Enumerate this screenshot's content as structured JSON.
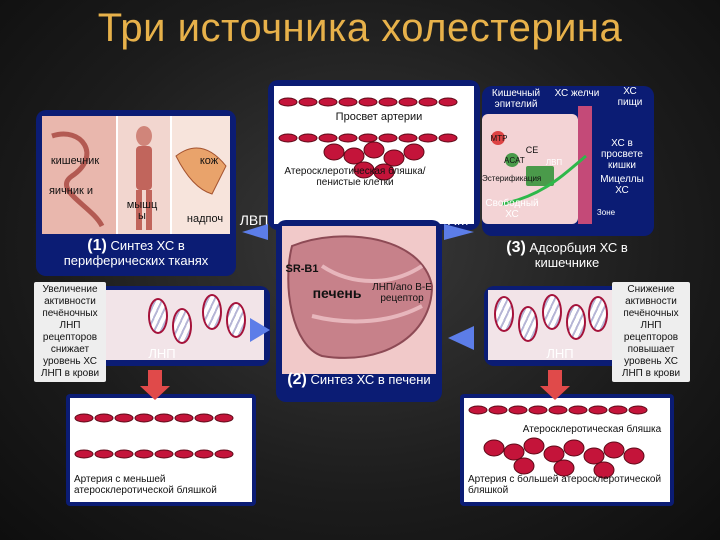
{
  "title": "Три источника холестерина",
  "top_panel": {
    "artery_lumen": "Просвет артерии",
    "plaque": "Атеросклеротическая бляшка/ пенистые клетки",
    "hm_label": "ХМ",
    "lvp_label": "ЛВП"
  },
  "intestine_panel": {
    "epithelium": "Кишечный эпителий",
    "bile_chol": "ХС желчи",
    "food_chol": "ХС пищи",
    "chol_in_lumen": "ХС в просвете кишки",
    "micelles": "Мицеллы ХС",
    "free_chol": "Свободный ХС",
    "ce": "CE",
    "mtp": "MTP",
    "acat": "ACAT",
    "esterif": "Эстерификация",
    "ldl_small": "ЛВП",
    "zoned": "Зоне"
  },
  "left_panel": {
    "intestine": "кишечник",
    "ovaries": "яичник и",
    "skin": "кож",
    "muscles": "мышц ы",
    "adrenal": "надпоч",
    "lvp_label": "ЛВП",
    "step_num": "(1)",
    "step_text": "Синтез ХС в периферических тканях"
  },
  "liver_panel": {
    "sr_b1": "SR-B1",
    "liver": "печень",
    "receptor": "ЛНП/апо B-E рецептор",
    "step_num": "(2)",
    "step_text": "Синтез ХС в печени"
  },
  "right_step": {
    "step_num": "(3)",
    "step_text": "Адсорбция ХС в кишечнике"
  },
  "left_note": "Увеличение активности печёночных ЛНП рецепторов снижает уровень ХС ЛНП в крови",
  "right_note": "Снижение активности печёночных ЛНП рецепторов повышает уровень ХС ЛНП в крови",
  "ldl_label_left": "ЛНП",
  "ldl_label_right": "ЛНП",
  "bottom_left_caption": "Артерия с меньшей атеросклеротической бляшкой",
  "bottom_right_plaque": "Атеросклеротическая бляшка",
  "bottom_right_caption": "Артерия с большей атеросклеротической бляшкой",
  "colors": {
    "panel": "#0b1c74",
    "title": "#e7b14a",
    "arrow": "#e04a4a",
    "arrow_blue": "#5c7de8"
  }
}
